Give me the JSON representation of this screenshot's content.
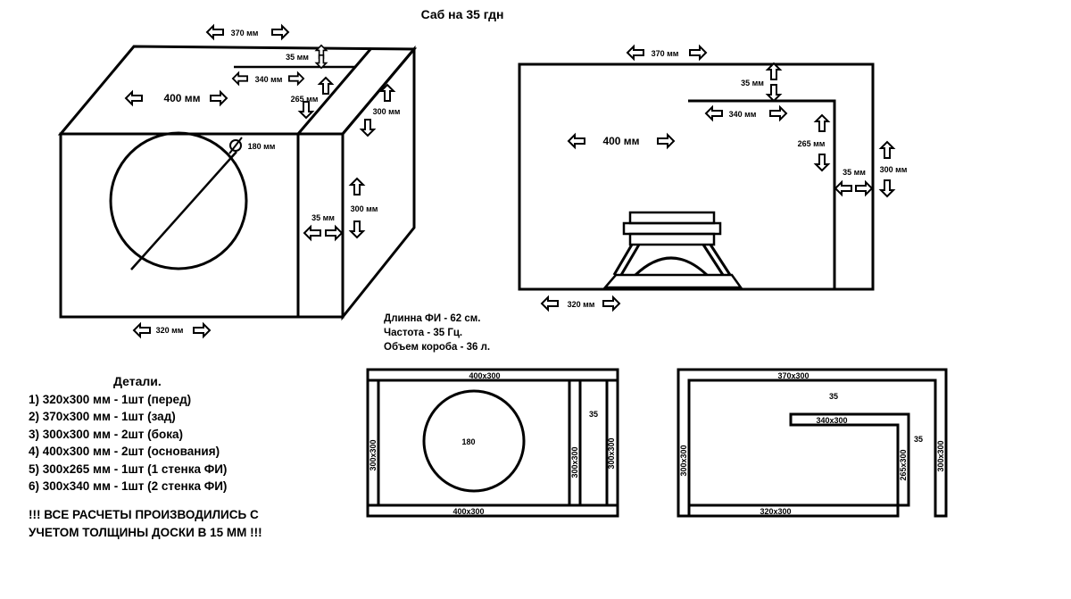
{
  "title": "Саб на 35 гдн",
  "box3d": {
    "top_width": "370 мм",
    "port_depth": "35 мм",
    "wall_340": "340 мм",
    "wall_265": "265 мм",
    "depth": "400 мм",
    "side_height": "300 мм",
    "diameter": "180 мм",
    "front_height": "300 мм",
    "thickness": "35 мм",
    "bottom_width": "320 мм"
  },
  "side_view": {
    "top_width": "370 мм",
    "port_gap": "35 мм",
    "wall_340": "340 мм",
    "depth": "400 мм",
    "wall_265": "265 мм",
    "port_width": "35 мм",
    "height": "300 мм",
    "bottom_width": "320 мм"
  },
  "notes": [
    "Длинна ФИ - 62 см.",
    "Частота - 35 Гц.",
    "Объем короба - 36 л."
  ],
  "details": {
    "title": "Детали.",
    "items": [
      "1) 320х300 мм - 1шт (перед)",
      "2) 370х300 мм - 1шт (зад)",
      "3) 300х300 мм - 2шт (бока)",
      "4) 400х300 мм - 2шт (основания)",
      "5) 300х265 мм - 1шт (1 стенка ФИ)",
      "6) 300х340 мм - 1шт (2 стенка ФИ)"
    ]
  },
  "warning": [
    "!!! ВСЕ РАСЧЕТЫ ПРОИЗВОДИЛИСЬ С",
    "УЧЕТОМ ТОЛЩИНЫ ДОСКИ В 15 ММ !!!"
  ],
  "panel_front": {
    "top": "400х300",
    "bottom": "400х300",
    "left": "300х300",
    "inner": "300х300",
    "right": "300х300",
    "gap": "35",
    "hole": "180"
  },
  "panel_top": {
    "top": "370х300",
    "bottom": "320х300",
    "left": "300х300",
    "right": "300х300",
    "gap_top": "35",
    "wall_340": "340х300",
    "wall_265": "265х300",
    "gap_right": "35"
  }
}
